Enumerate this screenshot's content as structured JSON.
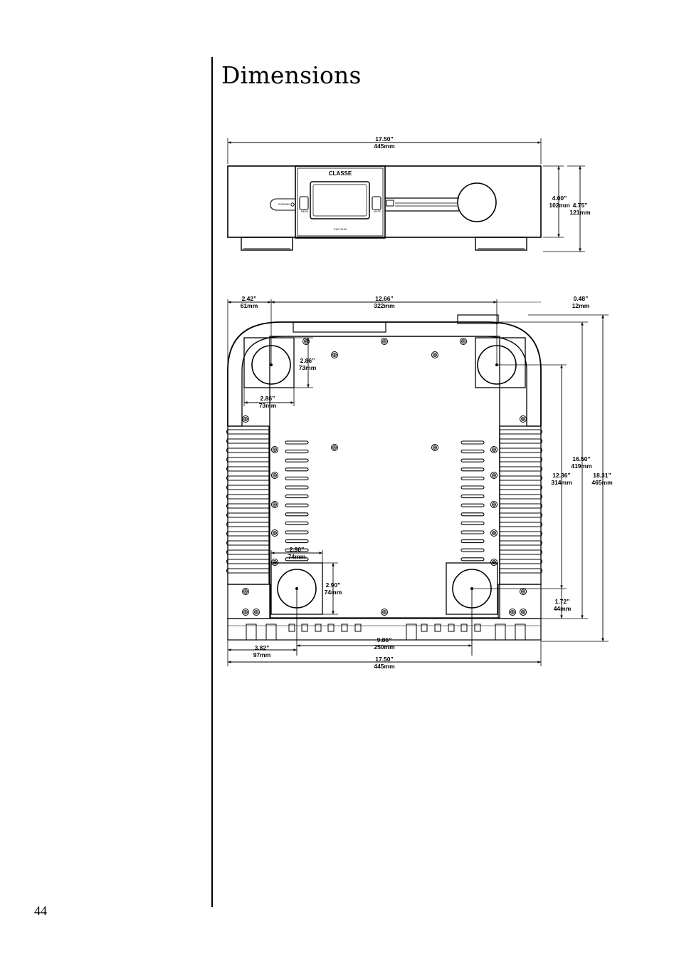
{
  "page": {
    "title": "Dimensions",
    "page_number": "44"
  },
  "front_view": {
    "brand": "CLASSE",
    "model": "CAP-2100",
    "standby_label": "STANDBY",
    "left_button_label": "MENU",
    "right_button_label": "MUTE",
    "width_in": "17.50”",
    "width_mm": "445mm",
    "height_body_in": "4.00”",
    "height_body_mm": "102mm",
    "height_total_in": "4.75”",
    "height_total_mm": "121mm"
  },
  "bottom_view": {
    "top_left_in": "2.42”",
    "top_left_mm": "61mm",
    "top_span_in": "12.66”",
    "top_span_mm": "322mm",
    "top_right_in": "0.48”",
    "top_right_mm": "12mm",
    "foot_h_in": "2.86”",
    "foot_h_mm": "73mm",
    "foot_w_in": "2.86”",
    "foot_w_mm": "73mm",
    "foot2_w_in": "2.90”",
    "foot2_w_mm": "74mm",
    "foot2_h_in": "2.90”",
    "foot2_h_mm": "74mm",
    "depth_a_in": "16.50”",
    "depth_a_mm": "419mm",
    "depth_b_in": "12.36”",
    "depth_b_mm": "314mm",
    "depth_c_in": "18.31”",
    "depth_c_mm": "465mm",
    "rear_in": "1.72”",
    "rear_mm": "44mm",
    "foot_span_in": "9.86”",
    "foot_span_mm": "250mm",
    "left_off_in": "3.82”",
    "left_off_mm": "97mm",
    "width_in": "17.50”",
    "width_mm": "445mm"
  }
}
